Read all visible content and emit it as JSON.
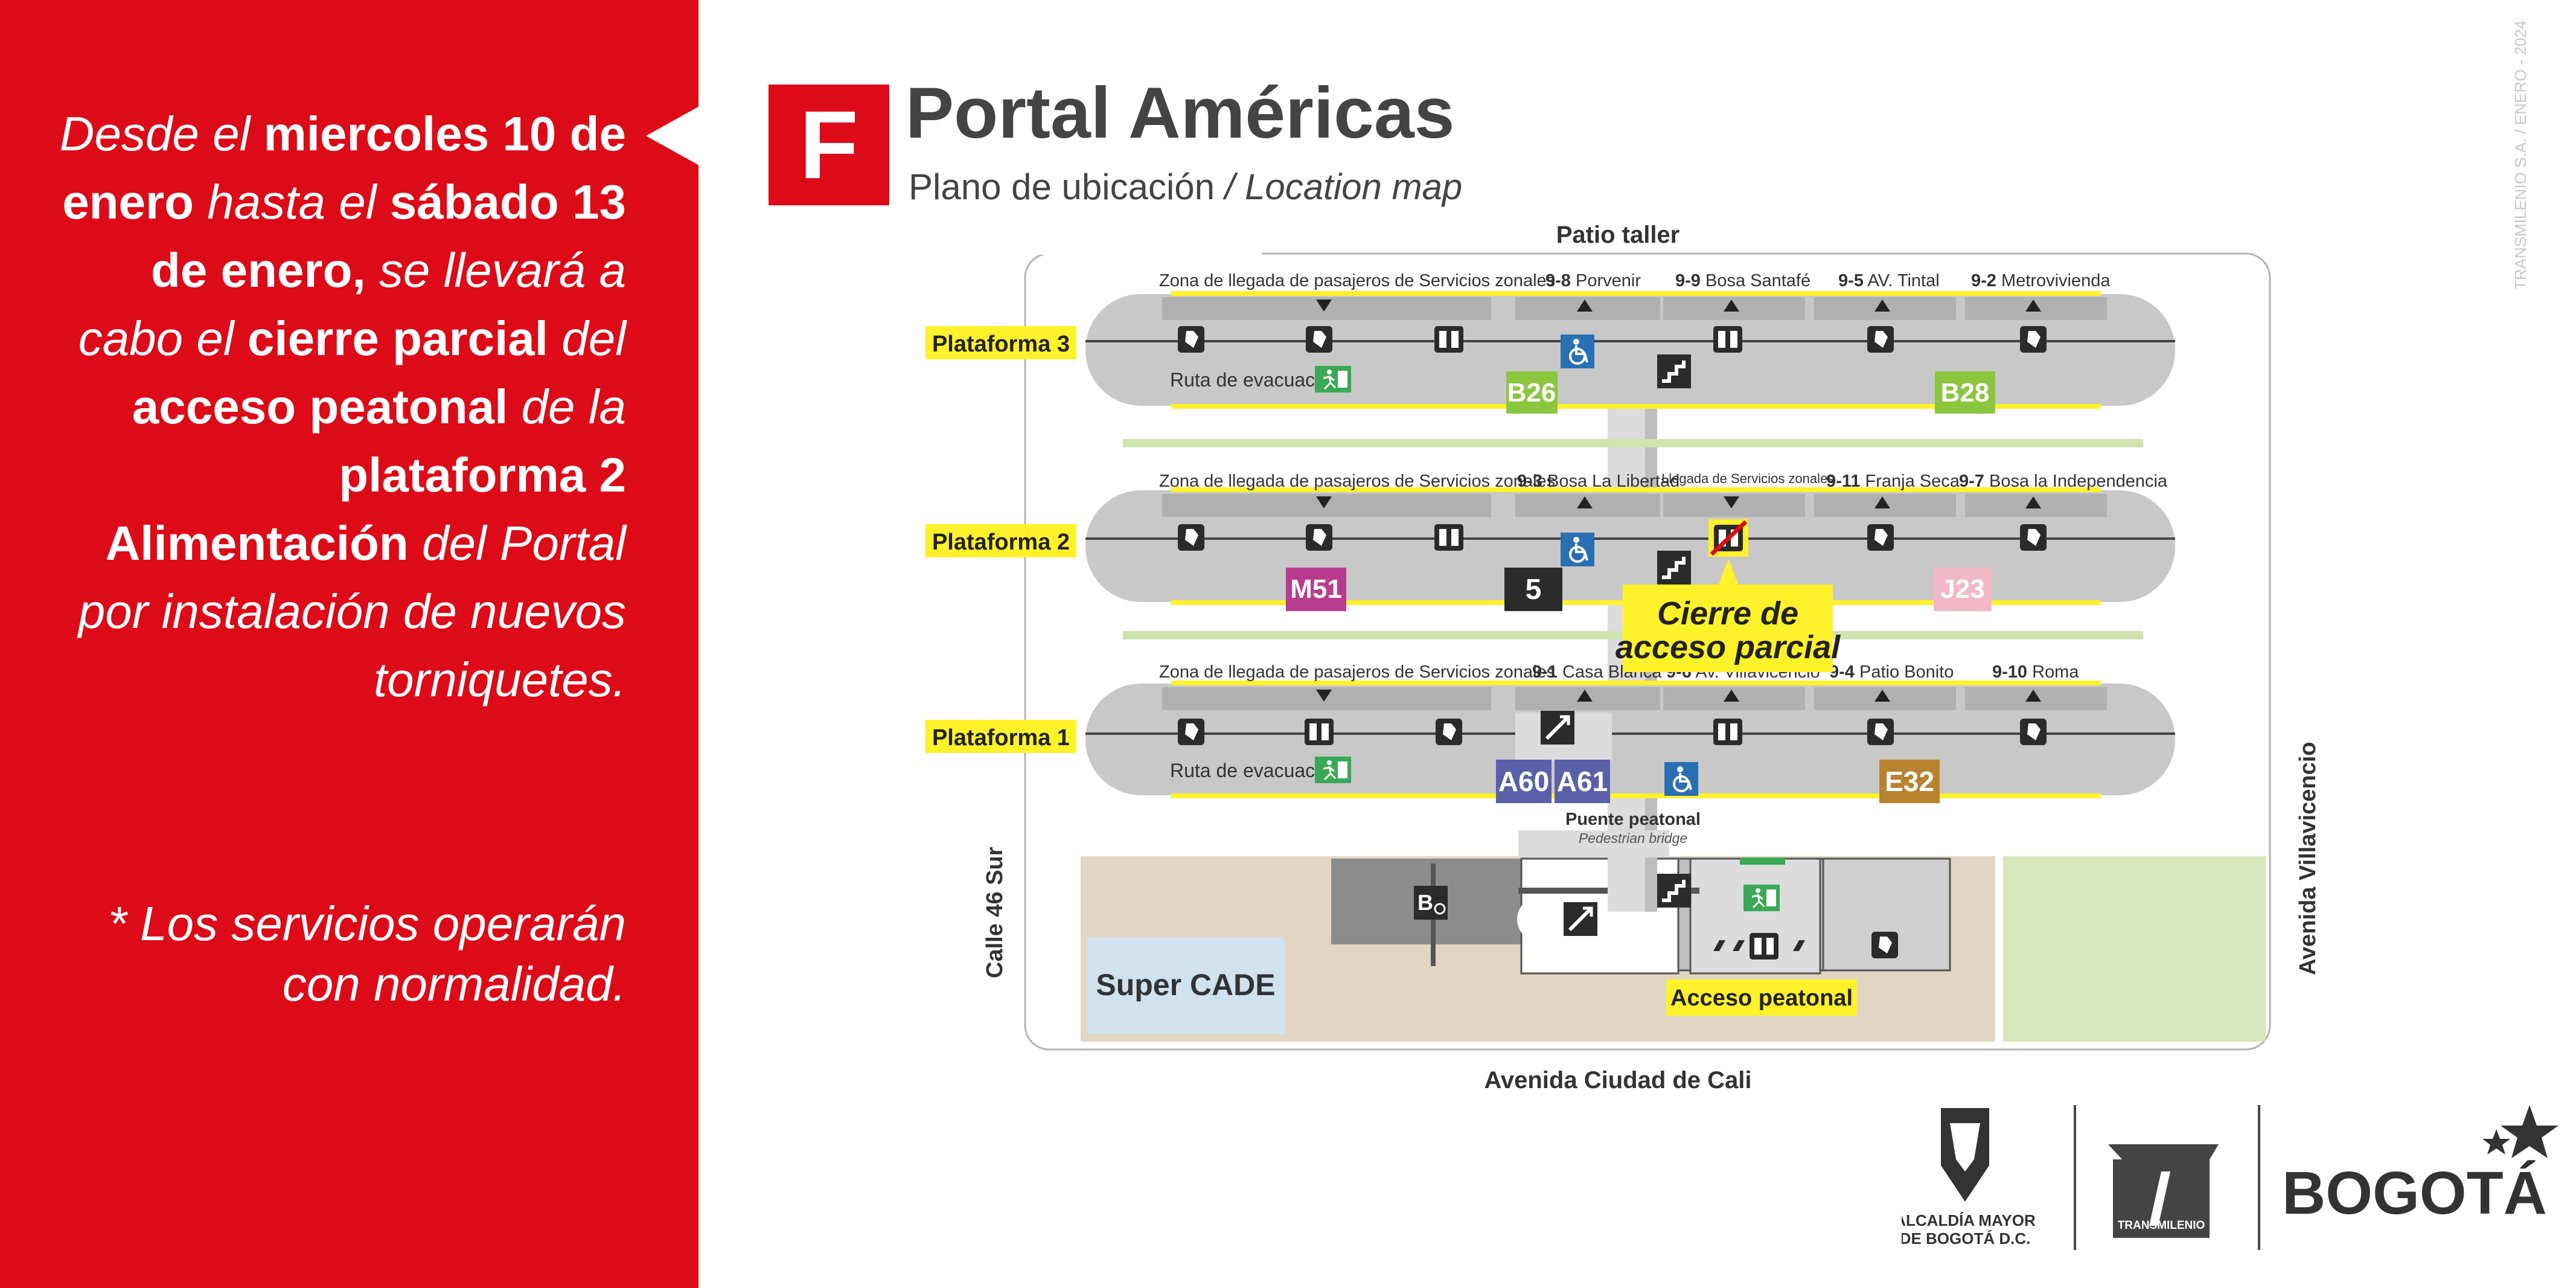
{
  "notice": {
    "p1": "Desde el ",
    "p2": "miercoles 10 de enero",
    "p3": " hasta el ",
    "p4": "sábado 13 de enero,",
    "p5": " se llevará a cabo el ",
    "p6": "cierre parcial",
    "p7": " del ",
    "p8": "acceso peatonal",
    "p9": " de la ",
    "p10": "plataforma 2 Alimentación",
    "p11": " del Portal por instalación de nuevos torniquetes."
  },
  "note": "* Los servicios operarán con normalidad.",
  "header": {
    "letter": "F",
    "title": "Portal Américas",
    "subtitle": "Plano de ubicación",
    "subtitle_en": "/ Location map"
  },
  "credit": "TRANSMILENIO S.A. / ENERO - 2024",
  "map": {
    "patio": "Patio taller",
    "platform3": {
      "label": "Plataforma 3",
      "zone": "Zona de llegada de pasajeros de Servicios zonales",
      "routes": [
        {
          "code": "9-8",
          "name": "Porvenir"
        },
        {
          "code": "9-9",
          "name": "Bosa Santafé"
        },
        {
          "code": "9-5",
          "name": "AV. Tintal"
        },
        {
          "code": "9-2",
          "name": "Metrovivienda"
        }
      ],
      "evac": "Ruta de evacuación",
      "badges": [
        "B26",
        "B28"
      ]
    },
    "platform2": {
      "label": "Plataforma 2",
      "zone": "Zona de llegada de pasajeros de Servicios zonales",
      "routes": [
        {
          "code": "9-3",
          "name": "Bosa La Libertad"
        },
        {
          "code": "",
          "name": "Llegada de Servicios zonales"
        },
        {
          "code": "9-11",
          "name": "Franja Seca"
        },
        {
          "code": "9-7",
          "name": "Bosa la Independencia"
        }
      ],
      "badges": [
        "M51",
        "5",
        "J23"
      ]
    },
    "platform1": {
      "label": "Plataforma 1",
      "zone": "Zona de llegada de pasajeros de Servicios zonales",
      "routes": [
        {
          "code": "9-1",
          "name": "Casa Blanca"
        },
        {
          "code": "9-6",
          "name": "Av. Villavicencio"
        },
        {
          "code": "9-4",
          "name": "Patio Bonito"
        },
        {
          "code": "9-10",
          "name": "Roma"
        }
      ],
      "evac": "Ruta de evacuación",
      "badges": [
        "A60",
        "A61",
        "E32"
      ]
    },
    "closure_line1": "Cierre de",
    "closure_line2": "acceso parcial",
    "bridge": "Puente peatonal",
    "bridge_en": "Pedestrian bridge",
    "supercade": "Super CADE",
    "access": "Acceso peatonal",
    "street_left": "Calle 46 Sur",
    "street_right": "Avenida Villavicencio",
    "street_bottom": "Avenida Ciudad de Cali"
  },
  "colors": {
    "brand_red": "#dd0a17",
    "highlight_yellow": "#fff22a",
    "platform_gray": "#c8c8c8",
    "badge_green": "#8cc63f",
    "badge_magenta": "#b83c8e",
    "badge_pink": "#f2b8c6",
    "badge_blue": "#5a5fa8",
    "badge_brown": "#b8822e"
  },
  "logos": {
    "alcaldia_line1": "ALCALDÍA MAYOR",
    "alcaldia_line2": "DE BOGOTÁ D.C.",
    "transmilenio": "TRANSMILENIO",
    "bogota": "BOGOTÁ"
  }
}
